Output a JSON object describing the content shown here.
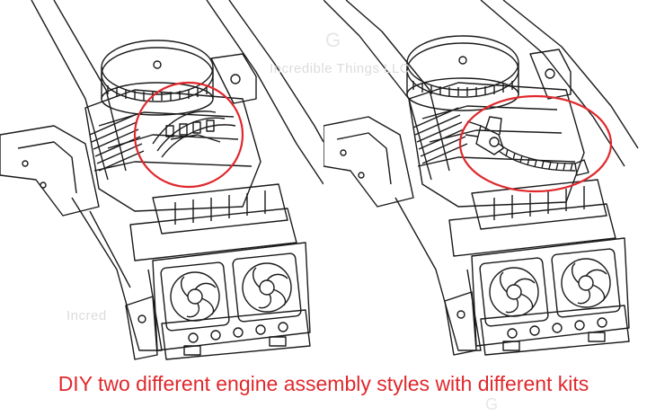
{
  "caption": {
    "text": "DIY two different engine assembly styles with different kits"
  },
  "watermark": {
    "text": "Incredible Things LLC",
    "short_text": "Incred",
    "logo_letter": "G"
  },
  "colors": {
    "caption": "#e0282c",
    "highlight_circle": "#e0282c",
    "line_art": "#1a1a1a",
    "watermark": "#dcdcdc"
  },
  "panels": [
    {
      "id": "left",
      "highlight": "wiring harness with connectors"
    },
    {
      "id": "right",
      "highlight": "corrugated hose and pipe fittings"
    }
  ]
}
